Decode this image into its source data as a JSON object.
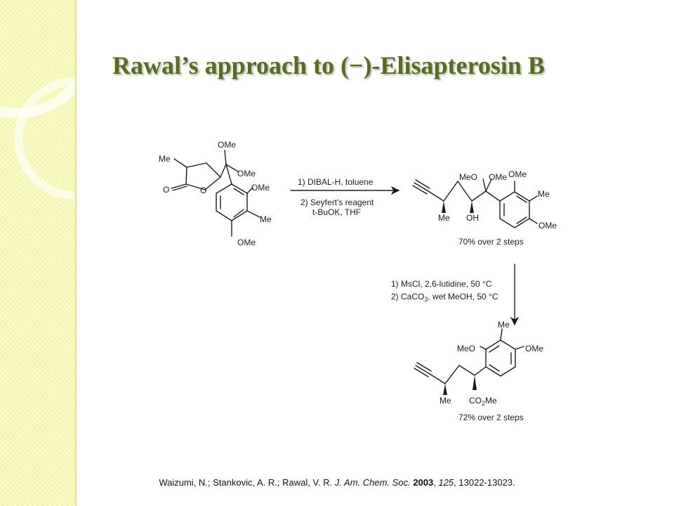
{
  "title": "Rawal’s approach to (−)-Elisapterosin B",
  "structures": {
    "lactone": {
      "labels": {
        "me": "Me",
        "ome_top": "OMe",
        "ome_right": "OMe",
        "ome_ring": "OMe",
        "ring_me": "Me",
        "ome_bottom": "OMe",
        "carbonyl_o": "O",
        "ring_o": "O"
      }
    },
    "intermediate": {
      "labels": {
        "meo": "MeO",
        "ome_a": "OMe",
        "ome_b": "OMe",
        "ring_me": "Me",
        "ome_ring": "OMe",
        "me": "Me",
        "oh": "OH"
      }
    },
    "product": {
      "labels": {
        "ring_me": "Me",
        "meo": "MeO",
        "ome": "OMe",
        "me": "Me",
        "ester": "CO",
        "ester_sub": "2",
        "ester_end": "Me"
      }
    }
  },
  "step1": {
    "conditions": [
      "1) DIBAL-H, toluene",
      "2) Seyfert's reagent",
      "t-BuOK, THF"
    ],
    "yield": "70% over 2 steps"
  },
  "step2": {
    "conditions": [
      "1) MsCl, 2,6-lutidine, 50 °C",
      "2) CaCO",
      "3",
      ", wet MeOH, 50 °C"
    ],
    "yield": "72% over 2 steps"
  },
  "reference": {
    "authors": "Waizumi, N.; Stankovic, A. R.; Rawal, V. R.",
    "journal": "J. Am. Chem. Soc.",
    "year": "2003",
    "volume": "125",
    "pages": "13022-13023."
  }
}
